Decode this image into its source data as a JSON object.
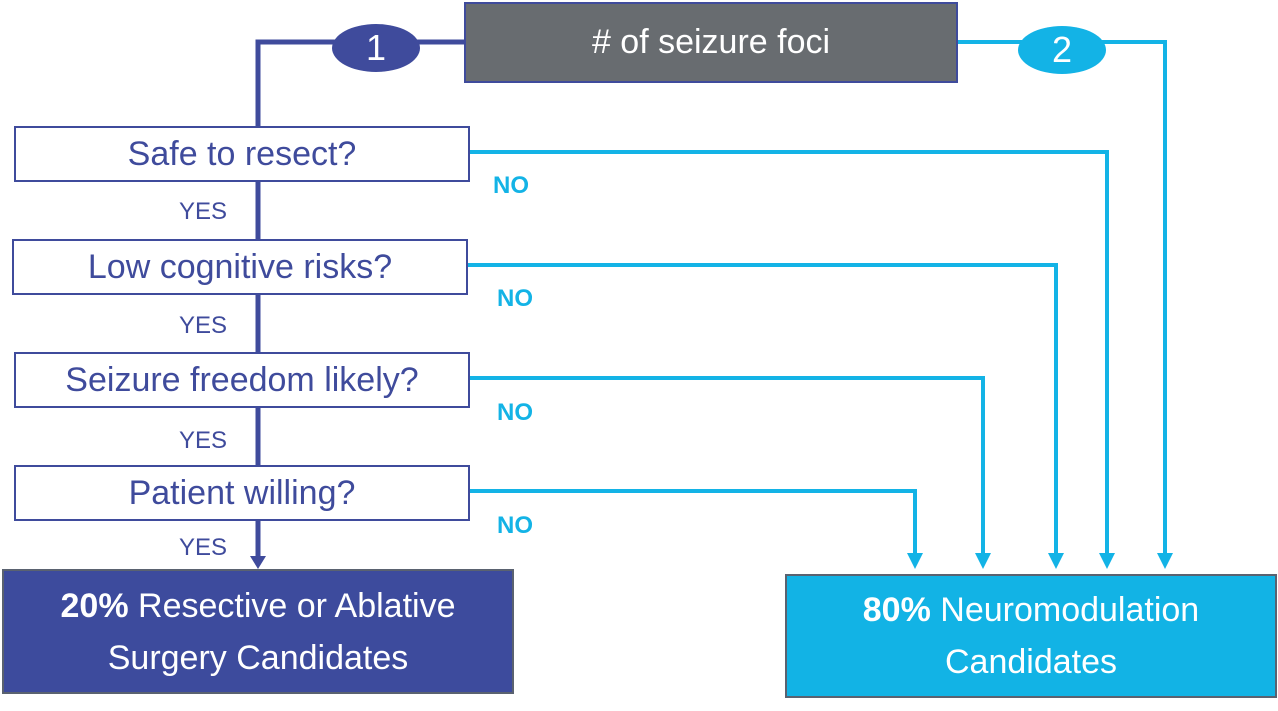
{
  "colors": {
    "surgery_path": "#3f4b9c",
    "neuro_path": "#13b3e6",
    "header_fill": "#686c70",
    "surgery_box": "#3d4b9d",
    "neuro_box": "#12b3e5"
  },
  "header": {
    "title": "# of seizure foci"
  },
  "branches": {
    "one": "1",
    "two": "2"
  },
  "questions": [
    {
      "text": "Safe to resect?",
      "yes": "YES",
      "no": "NO"
    },
    {
      "text": "Low cognitive risks?",
      "yes": "YES",
      "no": "NO"
    },
    {
      "text": "Seizure freedom likely?",
      "yes": "YES",
      "no": "NO"
    },
    {
      "text": "Patient willing?",
      "yes": "YES",
      "no": "NO"
    }
  ],
  "outcomes": {
    "surgery": {
      "pct": "20%",
      "line1": " Resective or Ablative",
      "line2": "Surgery Candidates"
    },
    "neuro": {
      "pct": "80%",
      "line1": " Neuromodulation",
      "line2": "Candidates"
    }
  }
}
